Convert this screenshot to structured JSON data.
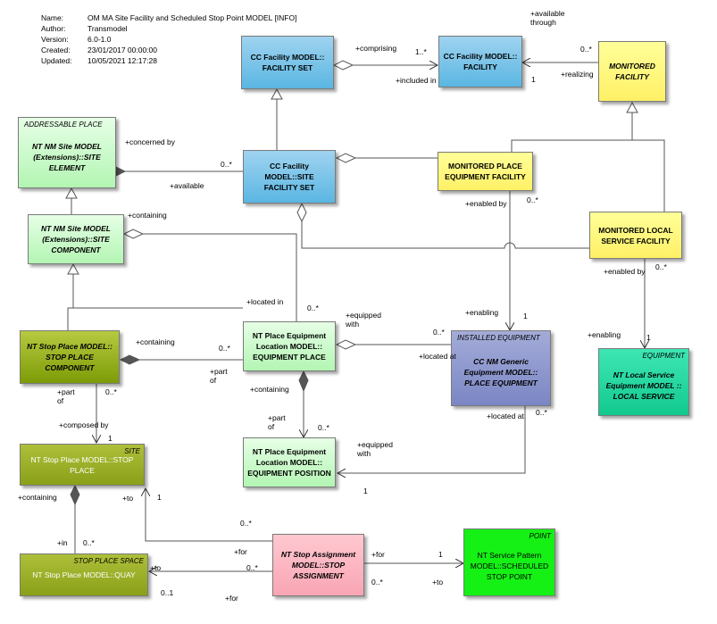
{
  "info": {
    "name_key": "Name:",
    "name_val": "OM MA Site Facility and Scheduled Stop Point MODEL [INFO]",
    "author_key": "Author:",
    "author_val": "Transmodel",
    "version_key": "Version:",
    "version_val": "6.0-1.0",
    "created_key": "Created:",
    "created_val": "23/01/2017 00:00:00",
    "updated_key": "Updated:",
    "updated_val": "10/05/2021 12:17:28"
  },
  "boxes": {
    "facility_set": "CC Facility MODEL:: FACILITY SET",
    "facility": "CC Facility MODEL:: FACILITY",
    "monitored_facility": "MONITORED FACILITY",
    "site_element_stereo": "ADDRESSABLE PLACE",
    "site_element": "NT NM Site MODEL (Extensions)::SITE ELEMENT",
    "site_facility_set": "CC Facility MODEL::SITE FACILITY SET",
    "monitored_place_equipment_facility": "MONITORED PLACE EQUIPMENT FACILITY",
    "site_component": "NT NM Site MODEL (Extensions)::SITE COMPONENT",
    "monitored_local_service_facility": "MONITORED LOCAL SERVICE FACILITY",
    "stop_place_component": "NT Stop Place MODEL:: STOP PLACE COMPONENT",
    "equipment_place": "NT Place Equipment Location MODEL:: EQUIPMENT PLACE",
    "installed_equipment_stereo": "INSTALLED EQUIPMENT",
    "place_equipment": "CC NM Generic Equipment MODEL:: PLACE EQUIPMENT",
    "equipment_stereo": "EQUIPMENT",
    "local_service": "NT Local Service Equipment MODEL :: LOCAL SERVICE",
    "site_stereo": "SITE",
    "stop_place": "NT Stop Place MODEL::STOP PLACE",
    "equipment_position": "NT Place Equipment Location MODEL:: EQUIPMENT POSITION",
    "stop_place_space_stereo": "STOP PLACE SPACE",
    "quay": "NT Stop Place MODEL::QUAY",
    "stop_assignment": "NT Stop Assignment MODEL::STOP ASSIGNMENT",
    "point_stereo": "POINT",
    "scheduled_stop_point": "NT Service Pattern MODEL::SCHEDULED STOP POINT"
  },
  "labels": {
    "comprising": "+comprising",
    "one_many_a": "1..*",
    "included_in": "+included in",
    "available_through": "+available through",
    "zero_many_a": "0..*",
    "one_a": "1",
    "realizing": "+realizing",
    "concerned_by": "+concerned by",
    "zero_many_b": "0..*",
    "available": "+available",
    "enabled_by_a": "+enabled by",
    "zero_many_c": "0..*",
    "containing_a": "+containing",
    "enabled_by_b": "+enabled by",
    "zero_many_d": "0..*",
    "located_in": "+located in",
    "zero_many_e": "0..*",
    "equipped_with_a": "+equipped with",
    "zero_many_f": "0..*",
    "enabling_a": "+enabling",
    "one_b": "1",
    "enabling_b": "+enabling",
    "one_c": "1",
    "containing_b": "+containing",
    "zero_many_g": "0..*",
    "part_of_a": "+part of",
    "located_at_a": "+located at",
    "part_of_b": "+part of",
    "zero_many_h": "0..*",
    "containing_c": "+containing",
    "located_at_b": "+located at",
    "zero_many_i": "0..*",
    "composed_by": "+composed by",
    "one_d": "1",
    "part_of_c": "+part of",
    "zero_many_j": "0..*",
    "equipped_with_b": "+equipped with",
    "one_e": "1",
    "containing_d": "+containing",
    "to_a": "+to",
    "one_f": "1",
    "zero_many_k": "0..*",
    "in": "+in",
    "zero_many_l": "0..*",
    "for_a": "+for",
    "for_b": "+for",
    "one_g": "1",
    "to_b": "+to",
    "zero_many_m": "0..*",
    "zero_many_n": "0..*",
    "to_c": "+to",
    "zero_one": "0..1",
    "for_c": "+for"
  }
}
